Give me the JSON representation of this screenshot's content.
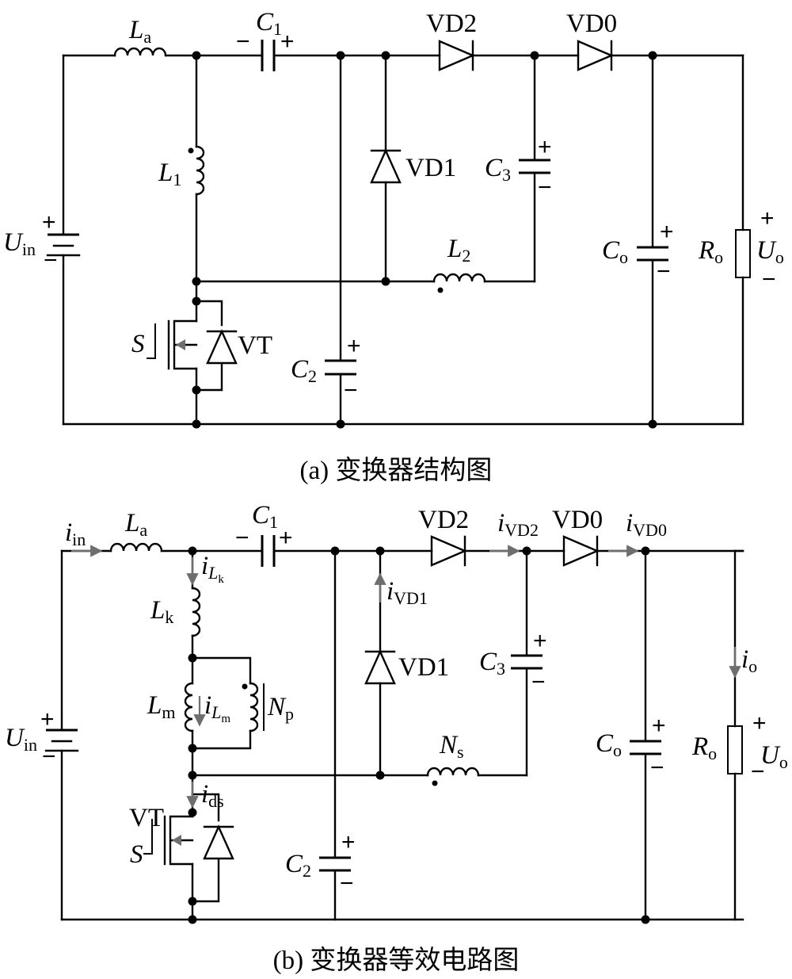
{
  "diagram_a": {
    "caption": "(a) 变换器结构图",
    "components": {
      "La": {
        "sym": "L",
        "sub": "a"
      },
      "C1": {
        "sym": "C",
        "sub": "1"
      },
      "L1": {
        "sym": "L",
        "sub": "1"
      },
      "L2": {
        "sym": "L",
        "sub": "2"
      },
      "C2": {
        "sym": "C",
        "sub": "2"
      },
      "C3": {
        "sym": "C",
        "sub": "3"
      },
      "Co": {
        "sym": "C",
        "sub": "o"
      },
      "Ro": {
        "sym": "R",
        "sub": "o"
      },
      "Uin": {
        "sym": "U",
        "sub": "in"
      },
      "Uo": {
        "sym": "U",
        "sub": "o"
      },
      "VD0": "VD0",
      "VD1": "VD1",
      "VD2": "VD2",
      "VT": "VT",
      "S": "S"
    }
  },
  "diagram_b": {
    "caption": "(b) 变换器等效电路图",
    "components": {
      "La": {
        "sym": "L",
        "sub": "a"
      },
      "C1": {
        "sym": "C",
        "sub": "1"
      },
      "Lk": {
        "sym": "L",
        "sub": "k"
      },
      "Lm": {
        "sym": "L",
        "sub": "m"
      },
      "Np": {
        "sym": "N",
        "sub": "p"
      },
      "Ns": {
        "sym": "N",
        "sub": "s"
      },
      "C2": {
        "sym": "C",
        "sub": "2"
      },
      "C3": {
        "sym": "C",
        "sub": "3"
      },
      "Co": {
        "sym": "C",
        "sub": "o"
      },
      "Ro": {
        "sym": "R",
        "sub": "o"
      },
      "Uin": {
        "sym": "U",
        "sub": "in"
      },
      "Uo": {
        "sym": "U",
        "sub": "o"
      },
      "VD0": "VD0",
      "VD1": "VD1",
      "VD2": "VD2",
      "VT": "VT",
      "S": "S"
    },
    "currents": {
      "iin": {
        "sym": "i",
        "sub": "in"
      },
      "iLk": {
        "sym": "i",
        "sub": "L",
        "subsub": "k"
      },
      "iLm": {
        "sym": "i",
        "sub": "L",
        "subsub": "m"
      },
      "ids": {
        "sym": "i",
        "sub": "ds"
      },
      "iVD1": {
        "sym": "i",
        "sub": "VD1"
      },
      "iVD2": {
        "sym": "i",
        "sub": "VD2"
      },
      "iVD0": {
        "sym": "i",
        "sub": "VD0"
      },
      "io": {
        "sym": "i",
        "sub": "o"
      }
    }
  },
  "polarity": {
    "plus": "+",
    "minus": "−"
  }
}
